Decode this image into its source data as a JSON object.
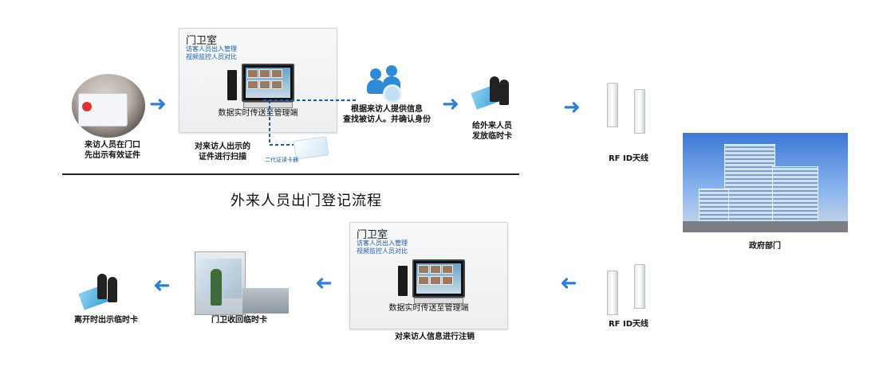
{
  "top_flow": {
    "step1_line1": "来访人员在门口",
    "step1_line2": "先出示有效证件",
    "box_title": "门卫室",
    "box_sub1": "访客人员出入管理",
    "box_sub2": "视频监控人员对比",
    "box_caption": "数据实时传送至管理端",
    "scan_line1": "对来访人出示的",
    "scan_line2": "证件进行扫描",
    "scanner_label": "二代证读卡器",
    "lookup_line1": "根据来访人提供信息",
    "lookup_line2": "查找被访人。并确认身份",
    "card_line1": "给外来人员",
    "card_line2": "发放临时卡",
    "rfid_label": "RF ID天线"
  },
  "section_title": "外来人员出门登记流程",
  "government": {
    "label": "政府部门"
  },
  "bottom_flow": {
    "rfid_label": "RF ID天线",
    "box_title": "门卫室",
    "box_sub1": "访客人员出入管理",
    "box_sub2": "视频监控人员对比",
    "box_caption": "数据实时传送至管理端",
    "cancel_label": "对来访人信息进行注销",
    "guard_label": "门卫收回临时卡",
    "leave_label": "离开时出示临时卡"
  },
  "icons": [
    "right-arrow-icon",
    "left-arrow-icon",
    "monitor-icon",
    "people-search-icon",
    "rfid-gate-icon",
    "card-reader-icon"
  ],
  "colors": {
    "arrow": "#2f7fd4",
    "connector": "#1e5aa8",
    "subtitle": "#1e5aa8"
  }
}
